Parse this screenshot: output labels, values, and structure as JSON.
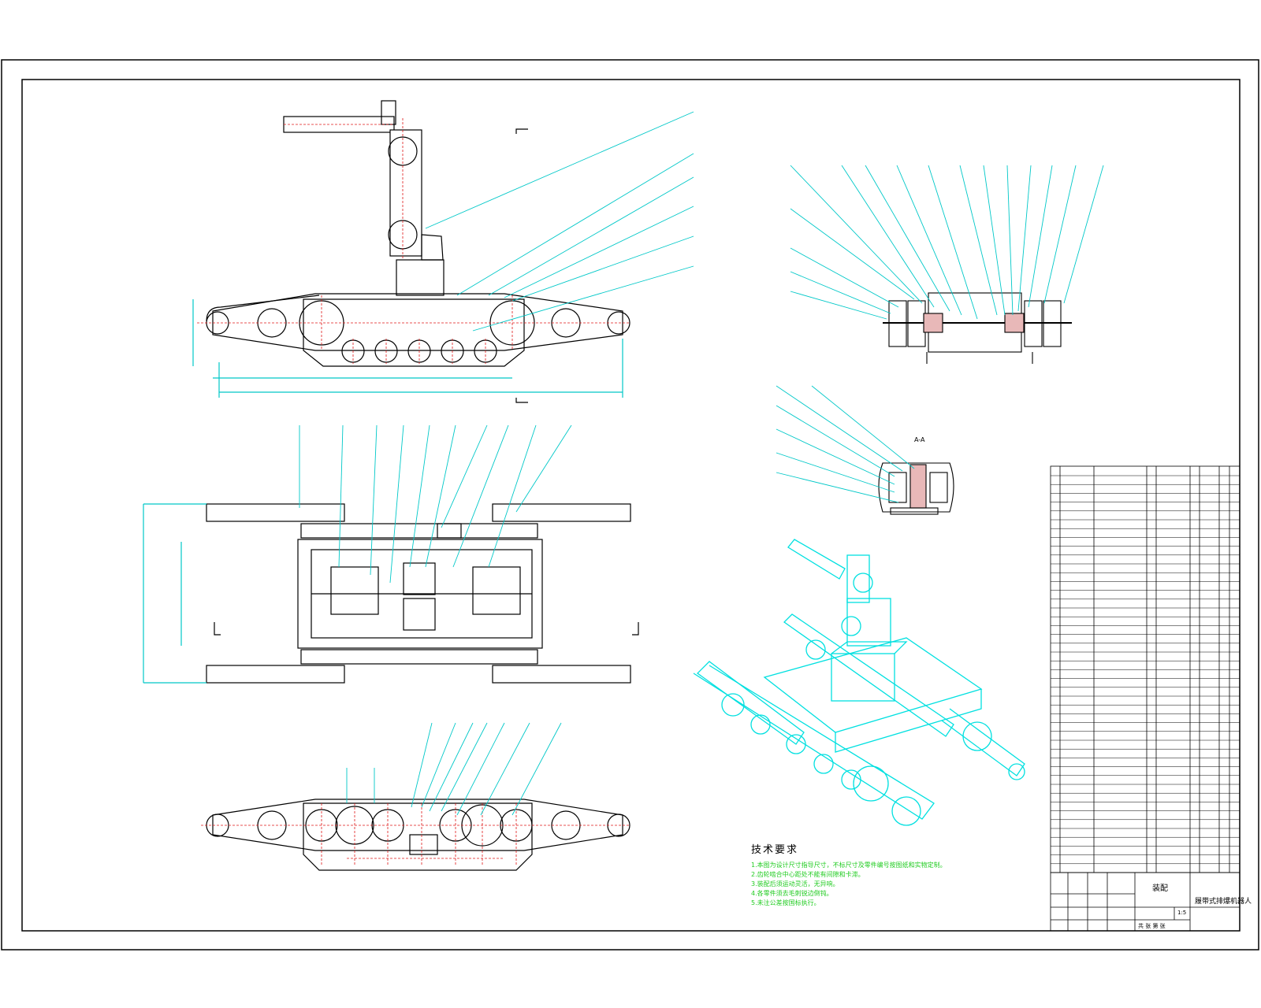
{
  "technical_requirements": {
    "title": "技术要求",
    "items": [
      "1.本图为设计尺寸指导尺寸，不标尺寸及零件编号按图纸和实物定制。",
      "2.齿轮啮合中心距处不能有间隙和卡滞。",
      "3.装配后须运动灵活，无异响。",
      "4.各零件须去毛刺锐边倒钝。",
      "5.未注公差按国标执行。"
    ]
  },
  "section_label": "A-A",
  "title_block": {
    "material": "装配",
    "name": "履带式排爆机器人",
    "scale": "1:5",
    "sheet": "共 张 第 张"
  },
  "colors": {
    "outline": "#000000",
    "leader": "#00c8c8",
    "center": "#e01818",
    "iso": "#00e0e0",
    "note": "#22cc22"
  }
}
